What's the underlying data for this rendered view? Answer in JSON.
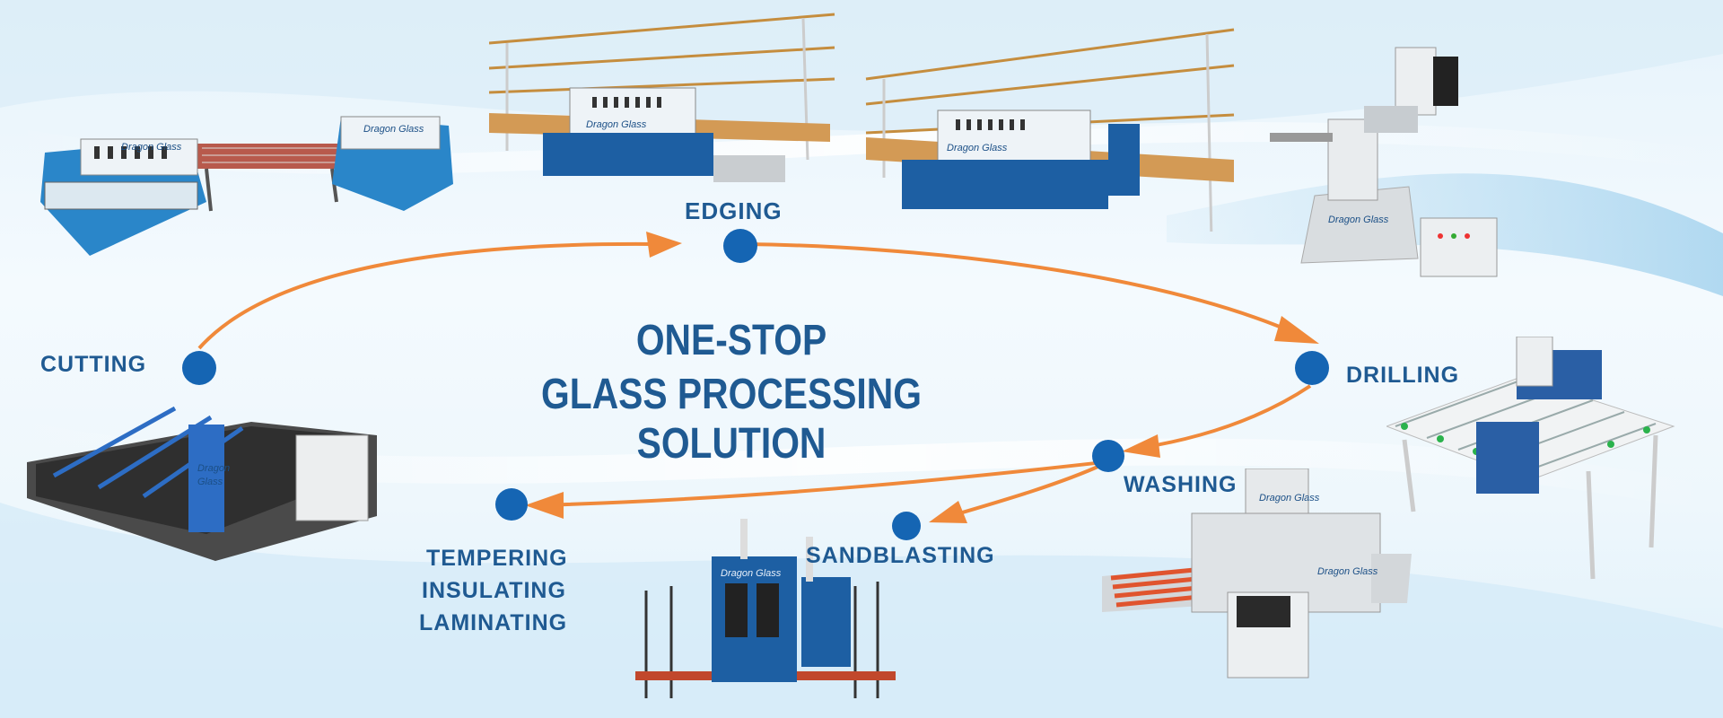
{
  "title": {
    "line1": "ONE-STOP",
    "line2": "GLASS PROCESSING SOLUTION"
  },
  "stages": {
    "cutting": "CUTTING",
    "edging": "EDGING",
    "drilling": "DRILLING",
    "washing": "WASHING",
    "sandblasting": "SANDBLASTING",
    "finishing": [
      "TEMPERING",
      "INSULATING",
      "LAMINATING"
    ]
  },
  "brand": "Dragon Glass",
  "colors": {
    "accent": "#1f5a92",
    "node": "#1565b3",
    "arrow": "#f0893a"
  }
}
